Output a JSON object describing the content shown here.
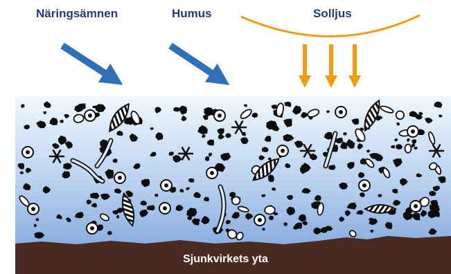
{
  "labels": {
    "nutrients": "Näringsämnen",
    "humus": "Humus",
    "sunlight": "Solljus",
    "surface": "Sjunkvirkets yta"
  },
  "colors": {
    "text_dark_blue": "#243a73",
    "arrow_blue": "#2f70b8",
    "sun_orange": "#f29a12",
    "water_top": "#e9f4fc",
    "water_bottom": "#8fb1e0",
    "wood_brown": "#4a2a20"
  }
}
